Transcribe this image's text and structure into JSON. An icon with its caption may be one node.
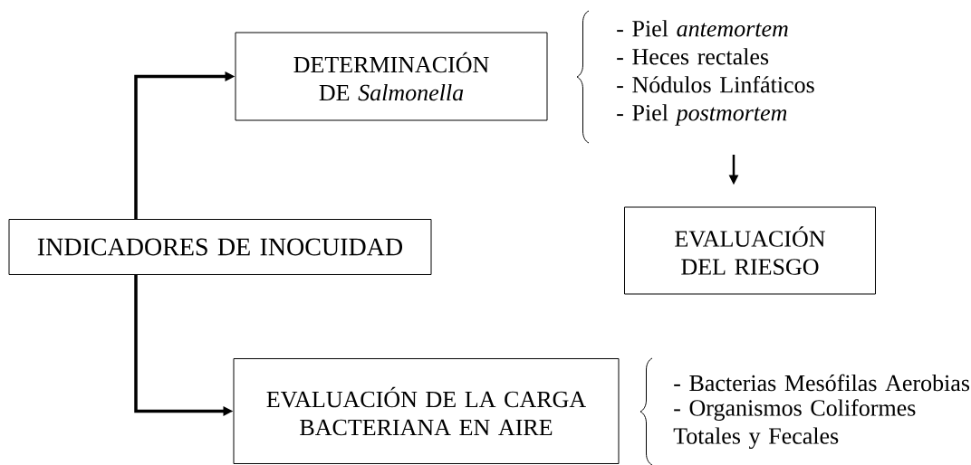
{
  "diagram": {
    "nodes": [
      {
        "text": [
          "INDICADORES DE INOCUIDAD"
        ]
      },
      {
        "text": [
          "DETERMINACIÓN DE *Salmonella*"
        ]
      },
      {
        "text": [
          "- Piel *antemortem*",
          "- Heces rectales",
          "- Nódulos Linfáticos",
          "- Piel *postmortem*"
        ]
      },
      {
        "text": [
          "EVALUACIÓN DEL RIESGO"
        ]
      },
      {
        "text": [
          "EVALUACIÓN DE LA CARGA BACTERIANA EN AIRE"
        ]
      }
    ],
    "edges": [
      {
        "from": 0,
        "to": 1,
        "arrow": "to"
      },
      {
        "from": 0,
        "to": 4,
        "arrow": "to"
      },
      {
        "from": 2,
        "to": 3,
        "arrow": "to"
      }
    ],
    "labels": [
      "- Bacterias Mesófilas Aerobias",
      "- Organismos Coliformes Totales y Fecales"
    ]
  }
}
